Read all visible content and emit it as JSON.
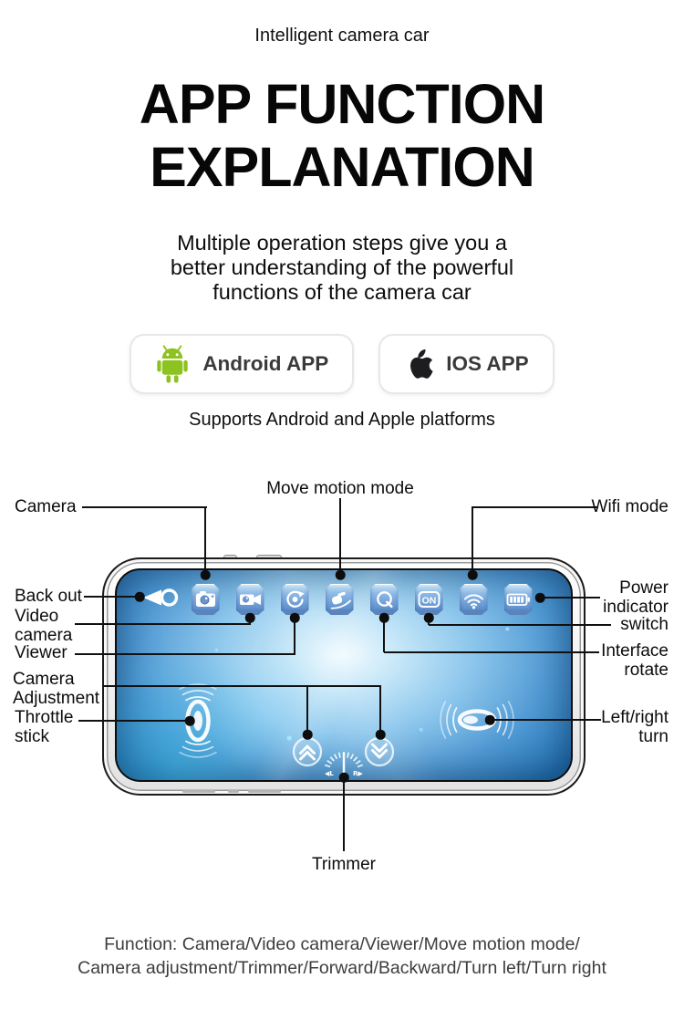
{
  "page": {
    "kicker": "Intelligent camera car",
    "title": "APP FUNCTION\nEXPLANATION",
    "subtitle": "Multiple operation steps give you a\nbetter understanding of the powerful\nfunctions of the camera car",
    "platforms_note": "Supports Android and Apple platforms",
    "footer": "Function: Camera/Video camera/Viewer/Move motion mode/\nCamera adjustment/Trimmer/Forward/Backward/Turn left/Turn right"
  },
  "badges": {
    "android": {
      "label": "Android APP",
      "icon": "android-robot-icon"
    },
    "ios": {
      "label": "IOS APP",
      "icon": "apple-icon"
    }
  },
  "callouts": {
    "camera": "Camera",
    "move_motion_mode": "Move motion mode",
    "wifi_mode": "Wifi mode",
    "back_out": "Back out",
    "video_camera": "Video\ncamera",
    "viewer": "Viewer",
    "camera_adjustment": "Camera\nAdjustment",
    "throttle_stick": "Throttle\nstick",
    "power_indicator": "Power\nindicator",
    "switch": "switch",
    "interface_rotate": "Interface\nrotate",
    "left_right_turn": "Left/right\nturn",
    "trimmer": "Trimmer"
  },
  "phone_ui": {
    "toolbar_icons": [
      "back",
      "camera",
      "video-camera",
      "viewer",
      "move-motion",
      "interface-rotate",
      "on-switch",
      "wifi",
      "battery"
    ],
    "on_label": "ON",
    "trim_left_label": "◀L",
    "trim_right_label": "R▶"
  },
  "colors": {
    "android_green": "#8CC320",
    "apple_black": "#1d1d1f",
    "screen_blue_dark": "#0c4784",
    "screen_blue_light": "#cfe8f7",
    "callout_black": "#111111"
  }
}
